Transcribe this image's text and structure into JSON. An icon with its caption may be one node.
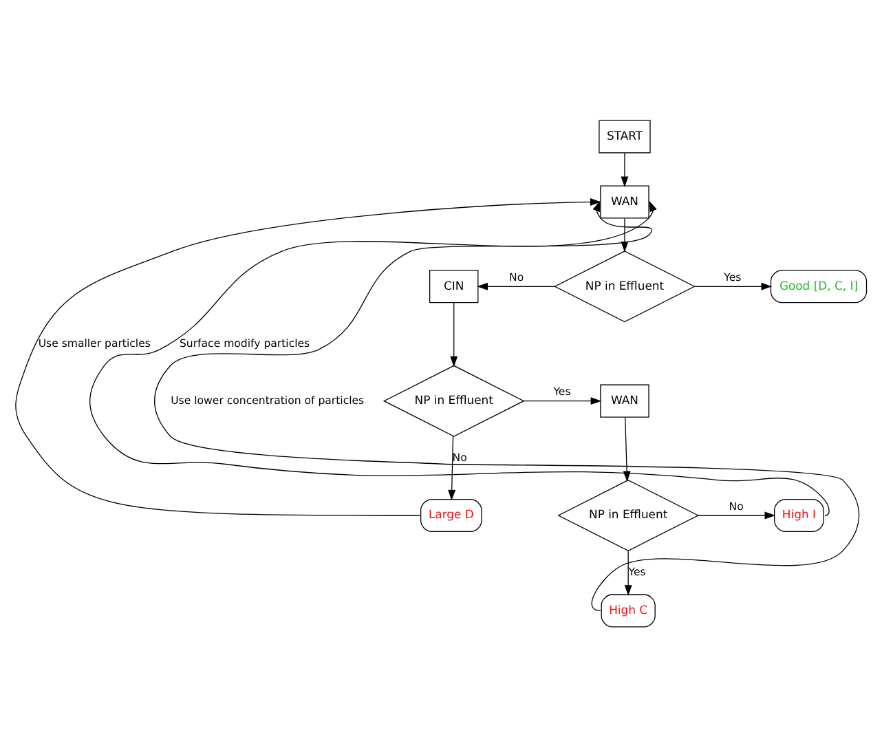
{
  "diagram": {
    "nodes": [
      {
        "text": [
          "START"
        ]
      },
      {
        "text": [
          "WAN"
        ]
      },
      {
        "text": [
          "NP in Effluent"
        ]
      },
      {
        "text": [
          "CIN"
        ]
      },
      {
        "text": [
          "Good [D, C, I]"
        ]
      },
      {
        "text": [
          "NP in Effluent"
        ]
      },
      {
        "text": [
          "WAN"
        ]
      },
      {
        "text": [
          "Large D"
        ]
      },
      {
        "text": [
          "NP in Effluent"
        ]
      },
      {
        "text": [
          "High I"
        ]
      },
      {
        "text": [
          "High C"
        ]
      }
    ],
    "edges": [
      {
        "from": 0,
        "to": 1,
        "arrow": "to"
      },
      {
        "from": 1,
        "to": 2,
        "arrow": "to"
      },
      {
        "from": 2,
        "to": 3,
        "arrow": "to",
        "label": "No"
      },
      {
        "from": 2,
        "to": 4,
        "arrow": "to",
        "label": "Yes"
      },
      {
        "from": 3,
        "to": 5,
        "arrow": "to"
      },
      {
        "from": 5,
        "to": 6,
        "arrow": "to",
        "label": "Yes"
      },
      {
        "from": 5,
        "to": 7,
        "arrow": "to",
        "label": "No"
      },
      {
        "from": 6,
        "to": 8,
        "arrow": "to"
      },
      {
        "from": 8,
        "to": 9,
        "arrow": "to",
        "label": "No"
      },
      {
        "from": 8,
        "to": 10,
        "arrow": "to",
        "label": "Yes"
      },
      {
        "from": 7,
        "to": 1,
        "arrow": "to",
        "label": "Use smaller particles"
      },
      {
        "from": 10,
        "to": 1,
        "arrow": "to",
        "label": "Use lower concentration of particles"
      },
      {
        "from": 9,
        "to": 1,
        "arrow": "to",
        "label": "Surface modify particles"
      }
    ]
  }
}
